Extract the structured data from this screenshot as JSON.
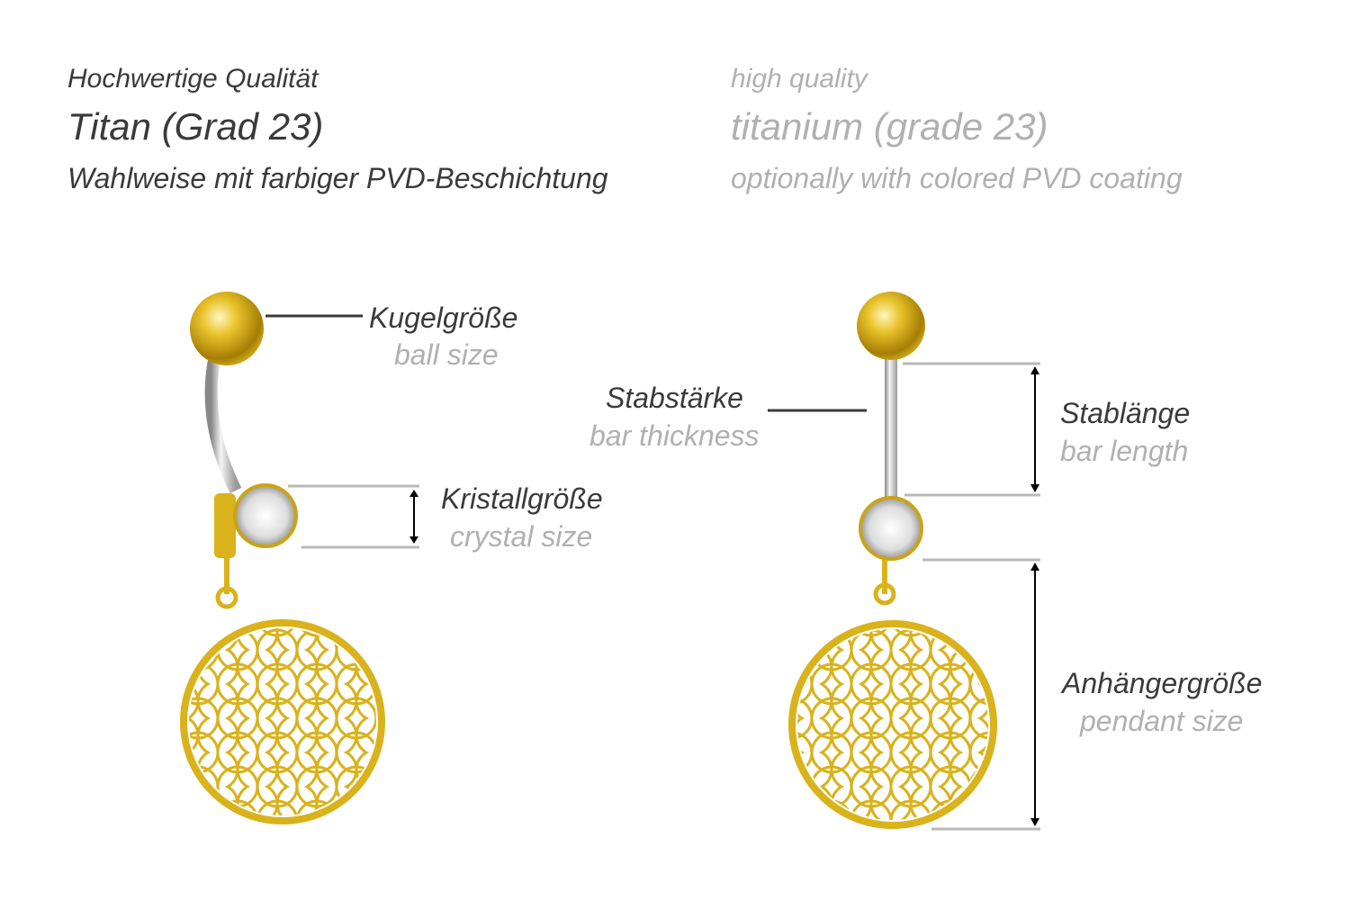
{
  "header": {
    "de": {
      "quality": "Hochwertige Qualität",
      "material": "Titan (Grad 23)",
      "coating": "Wahlweise mit farbiger PVD-Beschichtung"
    },
    "en": {
      "quality": "high quality",
      "material": "titanium (grade 23)",
      "coating": "optionally with colored PVD coating"
    }
  },
  "labels": {
    "ball": {
      "de": "Kugelgröße",
      "en": "ball size"
    },
    "crystal": {
      "de": "Kristallgröße",
      "en": "crystal size"
    },
    "thickness": {
      "de": "Stabstärke",
      "en": "bar thickness"
    },
    "length": {
      "de": "Stablänge",
      "en": "bar length"
    },
    "pendant": {
      "de": "Anhängergröße",
      "en": "pendant size"
    }
  },
  "colors": {
    "gold": "#d9b21c",
    "dark_text": "#3a3a3a",
    "light_text": "#b0b0b0",
    "guide_line": "#b8b8b8"
  }
}
